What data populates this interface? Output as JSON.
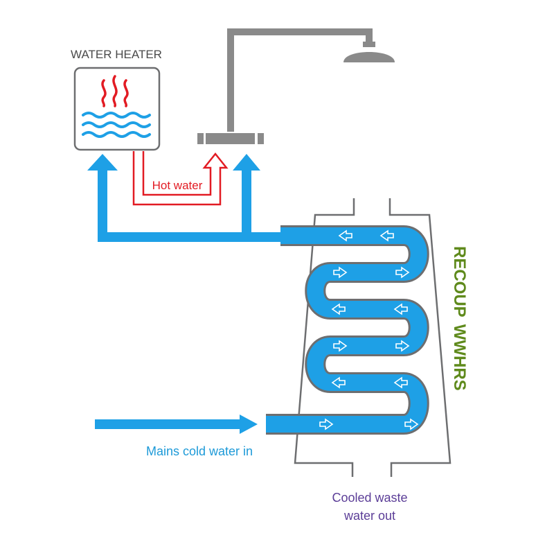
{
  "labels": {
    "water_heater": "WATER HEATER",
    "hot_water": "Hot water",
    "mains_cold_water_in": "Mains cold water in",
    "cooled_waste_line1": "Cooled waste",
    "cooled_waste_line2": "water out",
    "brand": "RECOUP",
    "product": "WWHRS"
  },
  "colors": {
    "cold_water": "#1ea0e6",
    "hot_water": "#e21b23",
    "pipe_grey": "#8a8a8a",
    "outline_grey": "#6d6e70",
    "brand_green": "#5f8a1c",
    "waste_text": "#5b3d97",
    "mains_text": "#1d9ad8",
    "text_dark": "#4a4a4a"
  }
}
